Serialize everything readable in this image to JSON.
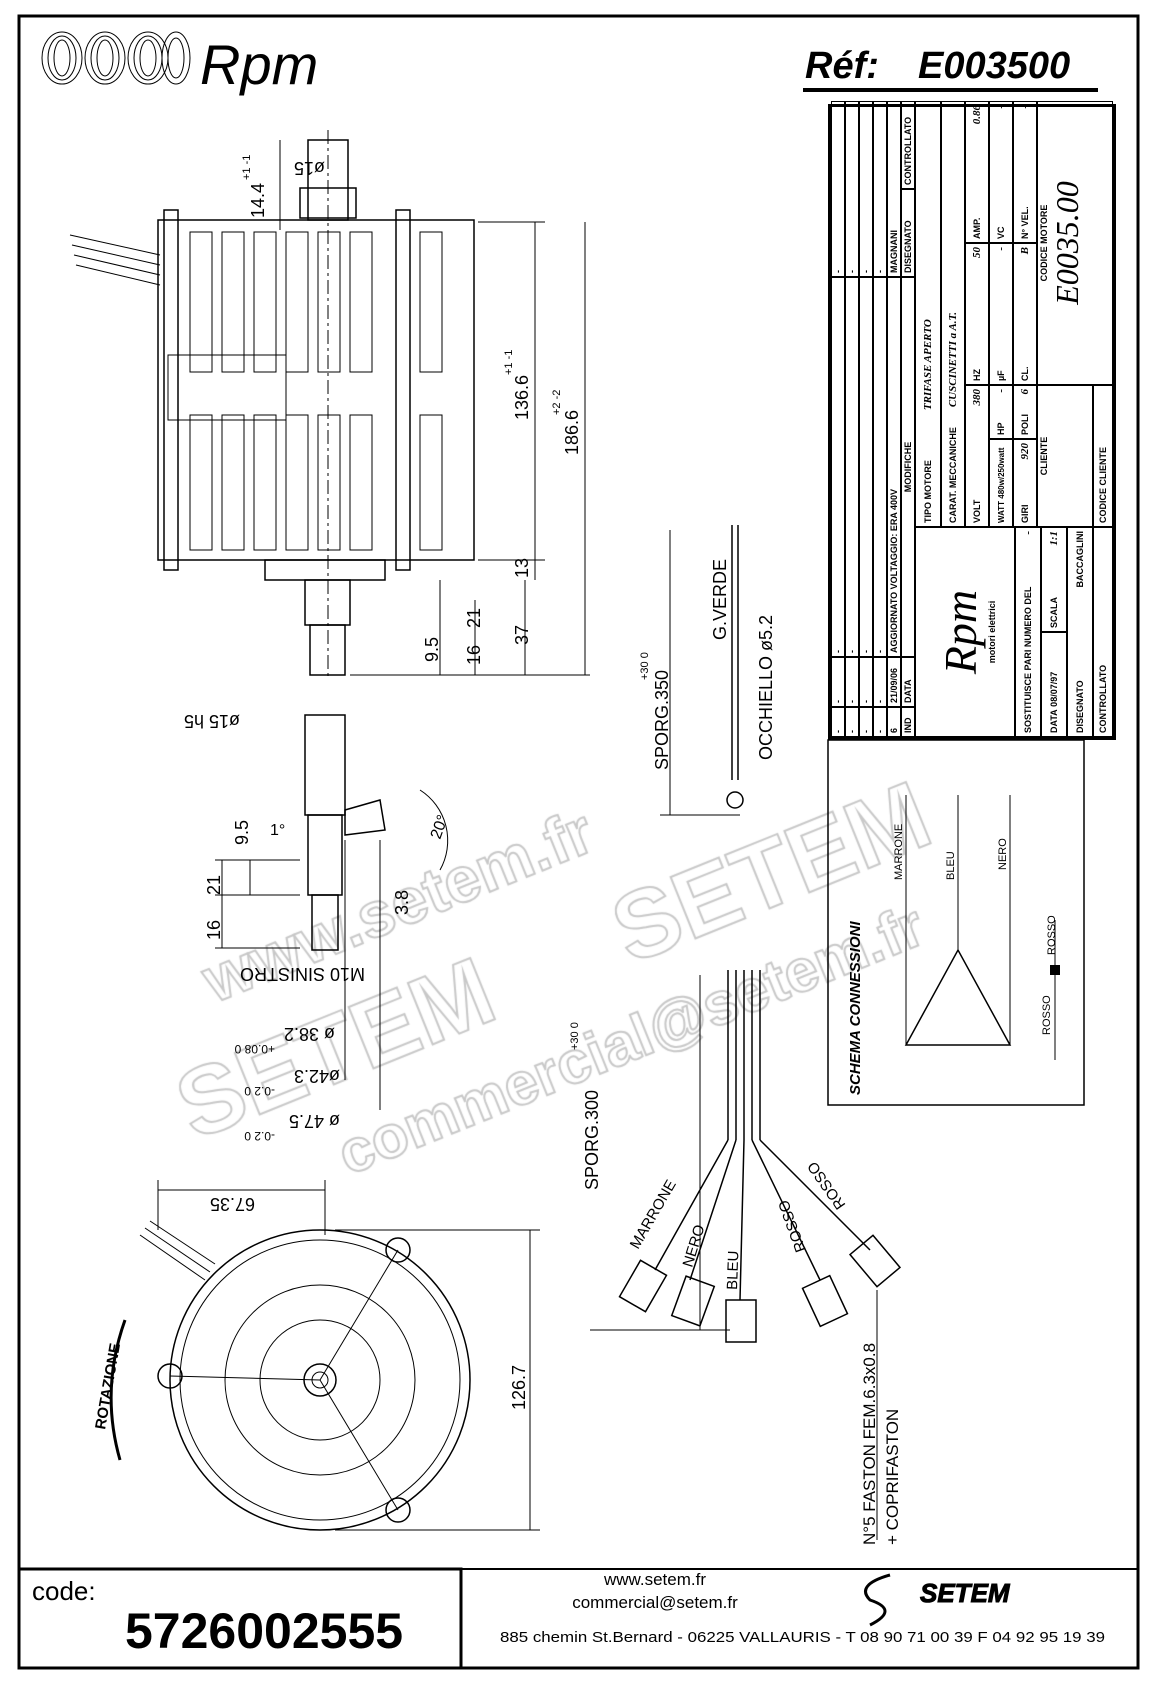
{
  "header": {
    "brand": "Rpm",
    "ref_label": "Réf:",
    "ref_value": "E003500"
  },
  "dimensions": {
    "shaft_dia_top": "ø15",
    "d_14_4": "14.4",
    "tol_pm1": "+1  -1",
    "d_136_6": "136.6",
    "d_186_6": "186.6",
    "tol_pm2": "+2  -2",
    "d_13": "13",
    "d_21": "21",
    "d_9_5": "9.5",
    "d_16": "16",
    "d_37": "37",
    "sporg_350": "SPORG.350",
    "tol_30_0": "+30  0",
    "ground_wire": "G.VERDE",
    "eyelet": "OCCHIELLO ø5.2",
    "shaft_dia_h5": "ø15 h5",
    "angle_1": "1°",
    "angle_20": "20°",
    "d_3_8": "3.8",
    "thread": "M10 SINISTRO",
    "dia_38_2": "ø 38.2",
    "tol_38_2": "+0.08  0",
    "dia_42_3": "ø42.3",
    "tol_42_3": "-0.2  0",
    "dia_47_5": "ø 47.5",
    "tol_47_5": "-0.2  0",
    "sporg_300": "SPORG.300",
    "d_67_35": "67.35",
    "d_126_7": "126.7",
    "rotation": "ROTAZIONE",
    "faston": "N°5 FASTON FEM.6.3x0.8",
    "faston2": "+ COPRIFASTON"
  },
  "wires": [
    "MARRONE",
    "NERO",
    "BLEU",
    "ROSSO",
    "ROSSO"
  ],
  "schema": {
    "title": "SCHEMA CONNESSIONI",
    "labels": [
      "MARRONE",
      "BLEU",
      "NERO",
      "ROSSO",
      "ROSSO"
    ]
  },
  "title_block": {
    "revisions": [
      {
        "ind": "-",
        "data": "-",
        "mod": "-",
        "dis": "-"
      },
      {
        "ind": "-",
        "data": "-",
        "mod": "-",
        "dis": "-"
      },
      {
        "ind": "-",
        "data": "-",
        "mod": "-",
        "dis": "-"
      },
      {
        "ind": "-",
        "data": "-",
        "mod": "-",
        "dis": "-"
      },
      {
        "ind": "6",
        "data": "21/09/06",
        "mod": "AGGIORNATO VOLTAGGIO: ERA 400V",
        "dis": "MAGNANI"
      }
    ],
    "head": {
      "ind": "IND",
      "data": "DATA",
      "mod": "MODIFICHE",
      "dis": "DISEGNATO",
      "con": "CONTROLLATO"
    },
    "logo": "Rpm",
    "logo_sub": "motori elettrici",
    "sostituisce": "SOSTITUISCE PARI NUMERO DEL",
    "sostituisce_val": "-",
    "data_label": "DATA",
    "data_val": "08/07/97",
    "scala_label": "SCALA",
    "scala_val": "1:1",
    "disegnato": "DISEGNATO",
    "disegnato_val": "BACCAGLINI",
    "controllato": "CONTROLLATO",
    "tipo_motore": "TIPO MOTORE",
    "tipo_val": "TRIFASE   APERTO",
    "carat": "CARAT. MECCANICHE",
    "carat_val": "CUSCINETTI a A.T.",
    "volt": "VOLT",
    "volt_val": "380",
    "hz": "HZ",
    "hz_val": "50",
    "amp": "AMP.",
    "amp_val": "0.86",
    "watt": "WATT 480w/250watt",
    "hp": "HP",
    "hp_val": "-",
    "uf": "µF",
    "uf_val": "-",
    "vc": "VC",
    "vc_val": "-",
    "giri": "GIRI",
    "giri_val": "920",
    "poli": "POLI",
    "poli_val": "6",
    "cl": "CL.",
    "cl_val": "B",
    "nvel": "N° VEL.",
    "nvel_val": "-",
    "cliente": "CLIENTE",
    "codice_motore": "CODICE MOTORE",
    "codice_motore_val": "E0035.00",
    "codice_cliente": "CODICE CLIENTE"
  },
  "watermark": {
    "line1": "www.setem.fr",
    "line2": "SETEM",
    "line3": "commercial@setem.fr"
  },
  "footer": {
    "code_label": "code:",
    "code_value": "5726002555",
    "web": "www.setem.fr",
    "email": "commercial@setem.fr",
    "company": "SETEM",
    "address": "885 chemin St.Bernard  -  06225 VALLAURIS  -  T 08 90 71 00 39   F 04 92 95 19 39"
  }
}
